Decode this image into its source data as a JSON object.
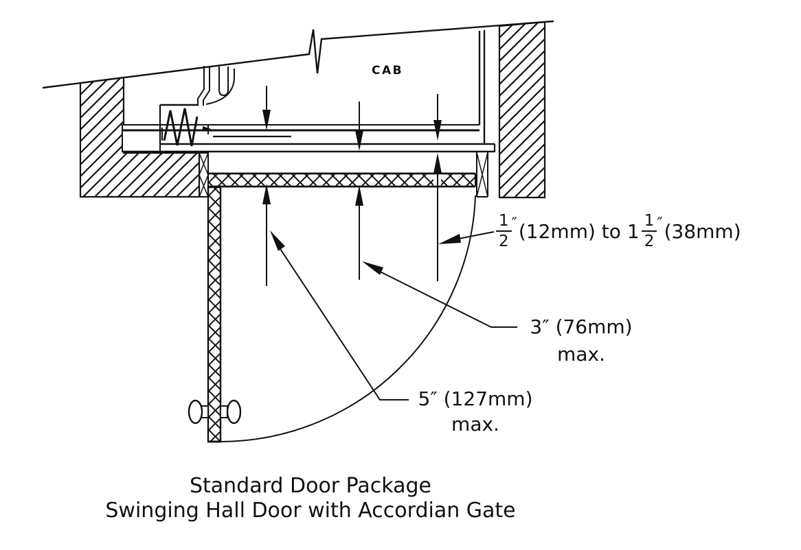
{
  "colors": {
    "line": "#111111",
    "background": "#ffffff"
  },
  "cab_label": "CAB",
  "dimensions": {
    "gap": {
      "frac1_num": "1",
      "frac1_den": "2",
      "inch1": "″",
      "mid": "(12mm) to",
      "whole": "1",
      "frac2_num": "1",
      "frac2_den": "2",
      "inch2": "″",
      "end": "(38mm)"
    },
    "d3": {
      "value": "3″ (76mm)",
      "qualifier": "max."
    },
    "d5": {
      "value": "5″ (127mm)",
      "qualifier": "max."
    }
  },
  "title": {
    "line1": "Standard Door Package",
    "line2": "Swinging Hall Door with Accordian Gate"
  }
}
